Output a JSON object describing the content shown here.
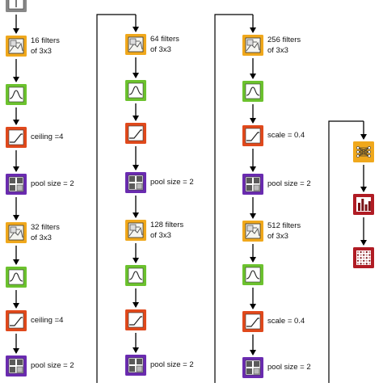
{
  "colors": {
    "conv": "#f0a81c",
    "activation": "#6cc22e",
    "clip": "#e0491c",
    "pool": "#6a2bb0",
    "dense": "#f0a81c",
    "softmax": "#b01c24",
    "output": "#b01c24",
    "arrow": "#000000"
  },
  "columns": [
    {
      "layers": [
        {
          "type": "input",
          "icon": "input-arrow-icon"
        },
        {
          "type": "conv",
          "icon": "conv-filter-icon",
          "label1": "16  filters",
          "label2": "of 3x3"
        },
        {
          "type": "activation",
          "icon": "bell-curve-icon"
        },
        {
          "type": "clip",
          "icon": "ramp-icon",
          "label1": "ceiling =4"
        },
        {
          "type": "pool",
          "icon": "pool-grid-icon",
          "label1": "pool size = 2"
        },
        {
          "type": "conv",
          "icon": "conv-filter-icon",
          "label1": "32  filters",
          "label2": "of 3x3"
        },
        {
          "type": "activation",
          "icon": "bell-curve-icon"
        },
        {
          "type": "clip",
          "icon": "ramp-icon",
          "label1": "ceiling =4"
        },
        {
          "type": "pool",
          "icon": "pool-grid-icon",
          "label1": "pool size = 2"
        }
      ]
    },
    {
      "layers": [
        {
          "type": "conv",
          "icon": "conv-filter-icon",
          "label1": "64  filters",
          "label2": "of 3x3"
        },
        {
          "type": "activation",
          "icon": "bell-curve-icon"
        },
        {
          "type": "clip",
          "icon": "ramp-icon"
        },
        {
          "type": "pool",
          "icon": "pool-grid-icon",
          "label1": "pool size = 2"
        },
        {
          "type": "conv",
          "icon": "conv-filter-icon",
          "label1": "128  filters",
          "label2": "of 3x3"
        },
        {
          "type": "activation",
          "icon": "bell-curve-icon"
        },
        {
          "type": "clip",
          "icon": "ramp-icon"
        },
        {
          "type": "pool",
          "icon": "pool-grid-icon",
          "label1": "pool size = 2"
        }
      ]
    },
    {
      "layers": [
        {
          "type": "conv",
          "icon": "conv-filter-icon",
          "label1": "256  filters",
          "label2": "of 3x3"
        },
        {
          "type": "activation",
          "icon": "bell-curve-icon"
        },
        {
          "type": "clip",
          "icon": "ramp-icon",
          "label1": "scale = 0.4"
        },
        {
          "type": "pool",
          "icon": "pool-grid-icon",
          "label1": "pool size = 2"
        },
        {
          "type": "conv",
          "icon": "conv-filter-icon",
          "label1": "512  filters",
          "label2": "of 3x3"
        },
        {
          "type": "activation",
          "icon": "bell-curve-icon"
        },
        {
          "type": "clip",
          "icon": "ramp-icon",
          "label1": "scale = 0.4"
        },
        {
          "type": "pool",
          "icon": "pool-grid-icon",
          "label1": "pool size = 2"
        }
      ]
    },
    {
      "layers": [
        {
          "type": "dense",
          "icon": "network-icon"
        },
        {
          "type": "softmax",
          "icon": "bar-chart-icon"
        },
        {
          "type": "output",
          "icon": "dotted-grid-icon"
        }
      ]
    }
  ]
}
